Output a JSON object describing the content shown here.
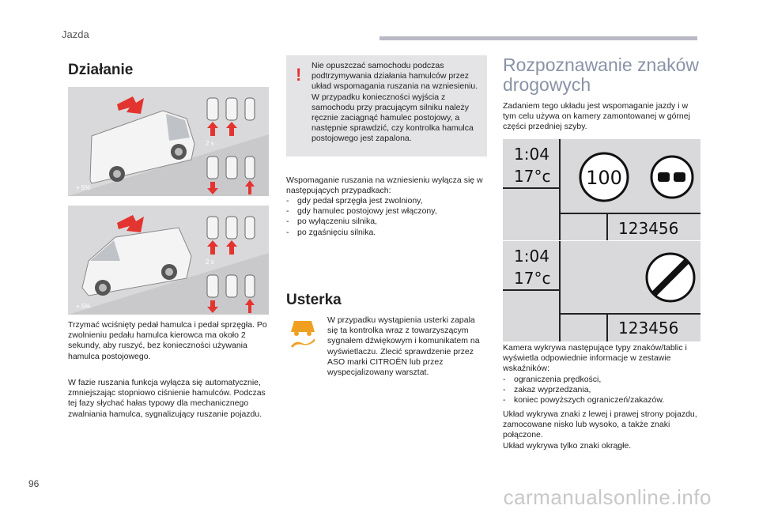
{
  "header": {
    "section": "Jazda"
  },
  "page_number": "96",
  "left": {
    "heading": "Działanie",
    "illus1": {
      "percent": "+ 5%",
      "timer": "2 s"
    },
    "illus2": {
      "percent": "+ 5%",
      "timer": "2 s"
    },
    "paragraph1": "Trzymać wciśnięty pedał hamulca i pedał sprzęgła. Po zwolnieniu pedału hamulca kierowca ma około 2 sekundy, aby ruszyć, bez konieczności używania hamulca postojowego.",
    "paragraph2": "W fazie ruszania funkcja wyłącza się automatycznie, zmniejszając stopniowo ciśnienie hamulców. Podczas tej fazy słychać hałas typowy dla mechanicznego zwalniania hamulca, sygnalizujący ruszanie pojazdu."
  },
  "middle": {
    "warning_mark": "!",
    "warning_text": "Nie opuszczać samochodu podczas podtrzymywania działania hamulców przez układ wspomagania ruszania na wzniesieniu. W przypadku konieczności wyjścia z samochodu przy pracującym silniku należy ręcznie zaciągnąć hamulec postojowy, a następnie sprawdzić, czy kontrolka hamulca postojowego jest zapalona.",
    "deactivation_intro": "Wspomaganie ruszania na wzniesieniu wyłącza się w następujących przypadkach:",
    "deactivation_items": [
      "gdy pedał sprzęgła jest zwolniony,",
      "gdy hamulec postojowy jest włączony,",
      "po wyłączeniu silnika,",
      "po zgaśnięciu silnika."
    ],
    "fault_heading": "Usterka",
    "fault_text": "W przypadku wystąpienia usterki zapala się ta kontrolka wraz z towarzyszącym sygnałem dźwiękowym i komunikatem na wyświetlaczu. Zlecić sprawdzenie przez ASO marki CITROËN lub przez wyspecjalizowany warsztat."
  },
  "right": {
    "heading": "Rozpoznawanie znaków drogowych",
    "intro": "Zadaniem tego układu jest wspomaganie jazdy i w tym celu używa on kamery zamontowanej w górnej części przedniej szyby.",
    "display1": {
      "time": "1:04",
      "temp": "17°c",
      "speed": "100",
      "odometer": "123456"
    },
    "display2": {
      "time": "1:04",
      "temp": "17°c",
      "odometer": "123456"
    },
    "detect_intro": "Kamera wykrywa następujące typy znaków/tablic i wyświetla odpowiednie informacje w zestawie wskaźników:",
    "detect_items": [
      "ograniczenia prędkości,",
      "zakaz wyprzedzania,",
      "koniec powyższych ograniczeń/zakazów."
    ],
    "outro1": "Układ wykrywa znaki z lewej i prawej strony pojazdu, zamocowane nisko lub wysoko, a także znaki połączone.",
    "outro2": "Układ wykrywa tylko znaki okrągłe."
  },
  "watermark": "carmanualsonline.info",
  "colors": {
    "accent_red": "#e3342f",
    "heading_grey": "#8a92a6",
    "panel_grey": "#d9d9db",
    "fault_icon": "#f0a020"
  }
}
